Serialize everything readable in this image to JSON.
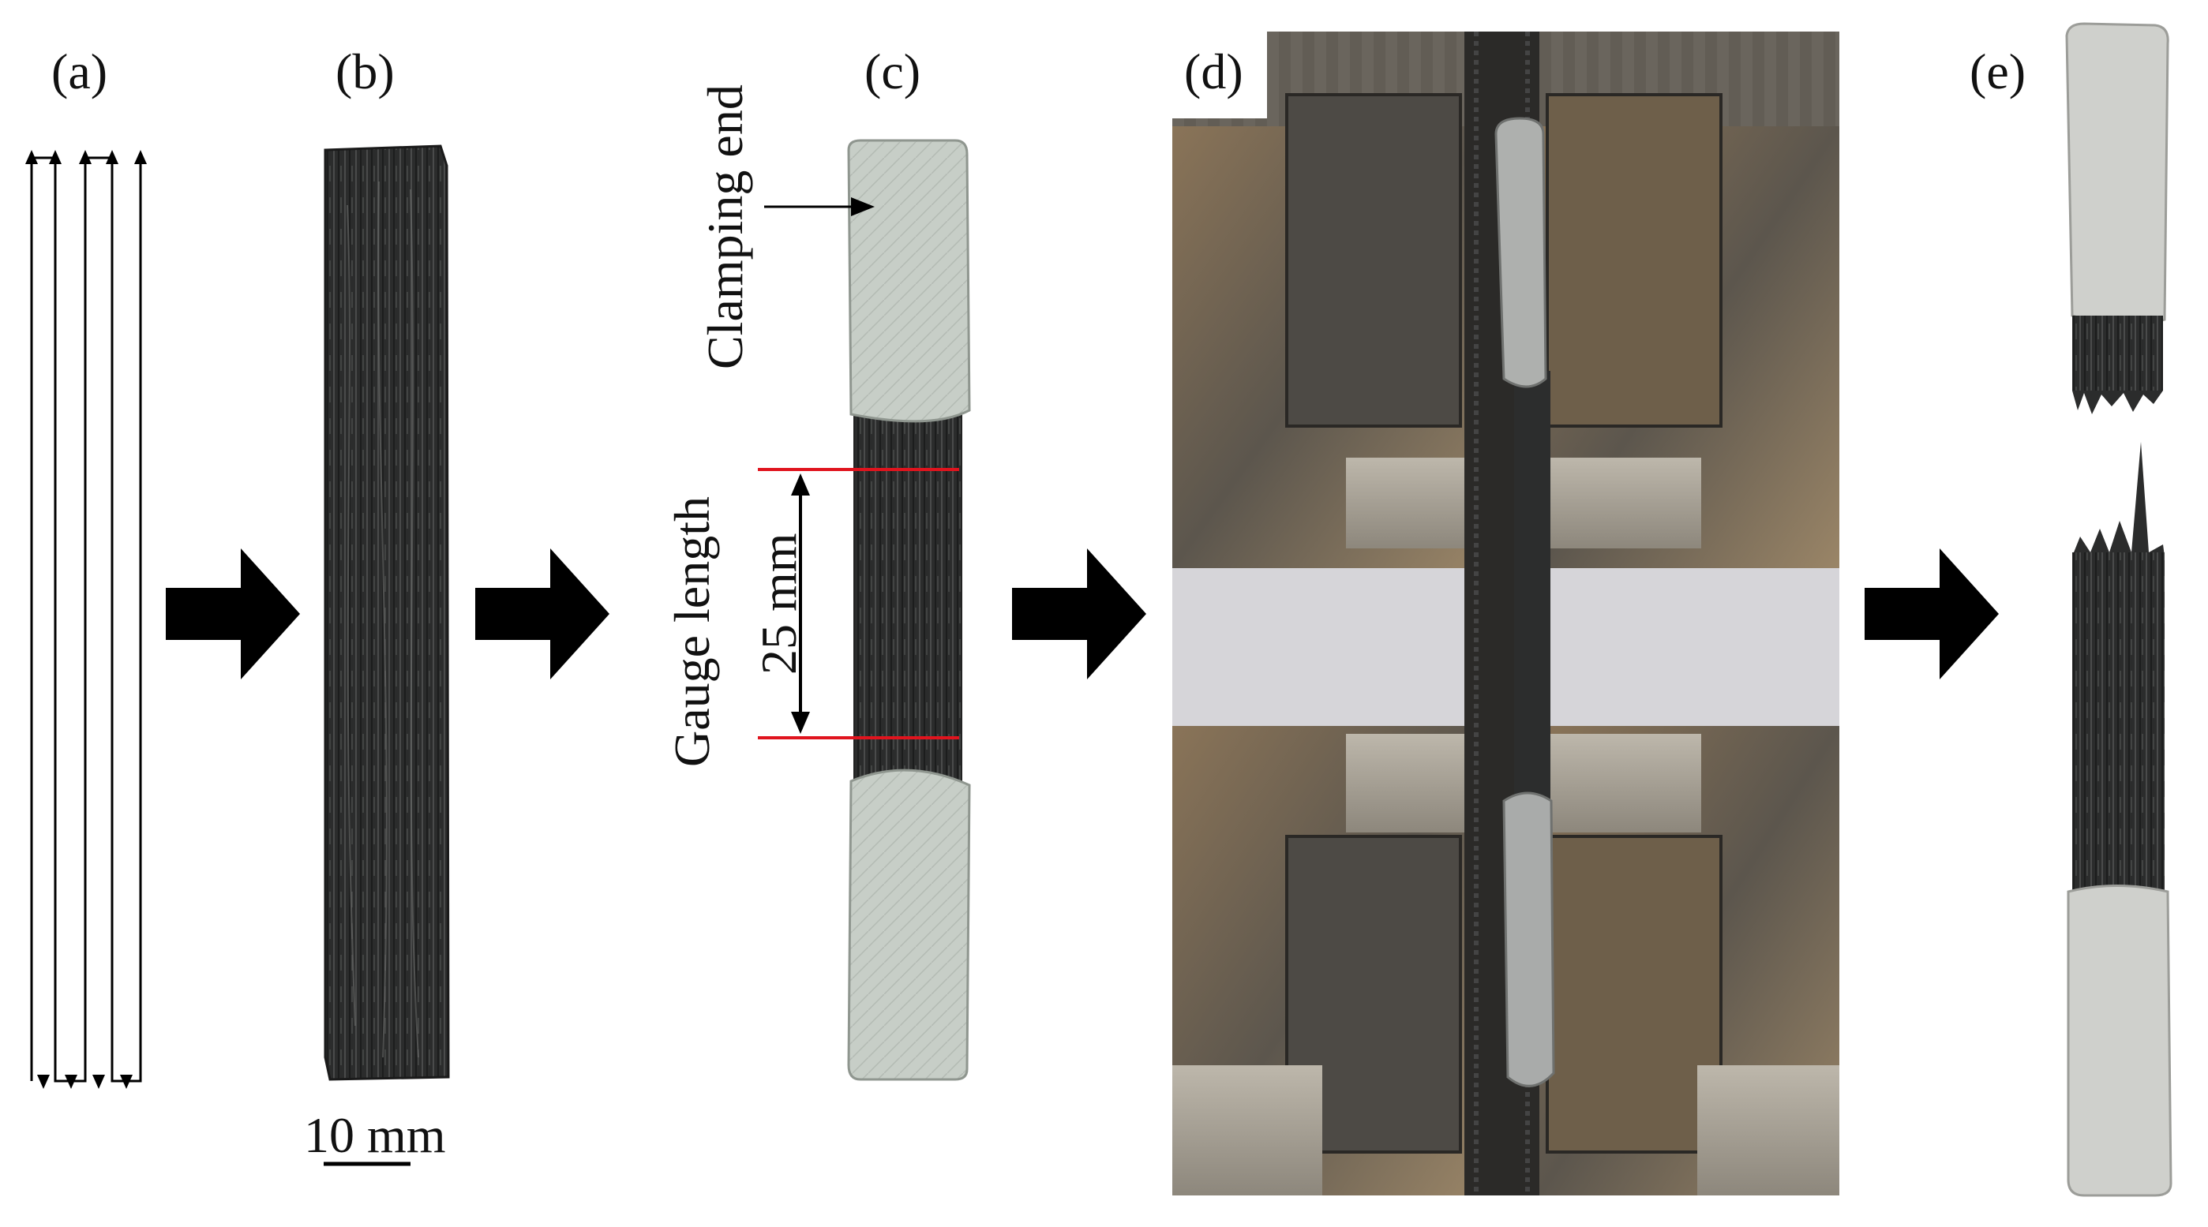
{
  "figure": {
    "panels": [
      {
        "id": "a",
        "label": "(a)",
        "content": "scan path"
      },
      {
        "id": "b",
        "label": "(b)",
        "content": "printed carbon-fiber strip"
      },
      {
        "id": "c",
        "label": "(c)",
        "content": "specimen with clamping ends"
      },
      {
        "id": "d",
        "label": "(d)",
        "content": "specimen in tensile grips"
      },
      {
        "id": "e",
        "label": "(e)",
        "content": "fractured specimen"
      }
    ],
    "annotations": {
      "scale_bar": "10 mm",
      "clamping_end": "Clamping end",
      "gauge_length": "Gauge length",
      "gauge_value": "25 mm"
    },
    "colors": {
      "gauge_lines": "#e0141e",
      "arrows": "#000000",
      "fiber_dark": "#2a2b2b",
      "tab_gray": "#c4cbc4",
      "grip_metal": "#5b5751"
    }
  }
}
